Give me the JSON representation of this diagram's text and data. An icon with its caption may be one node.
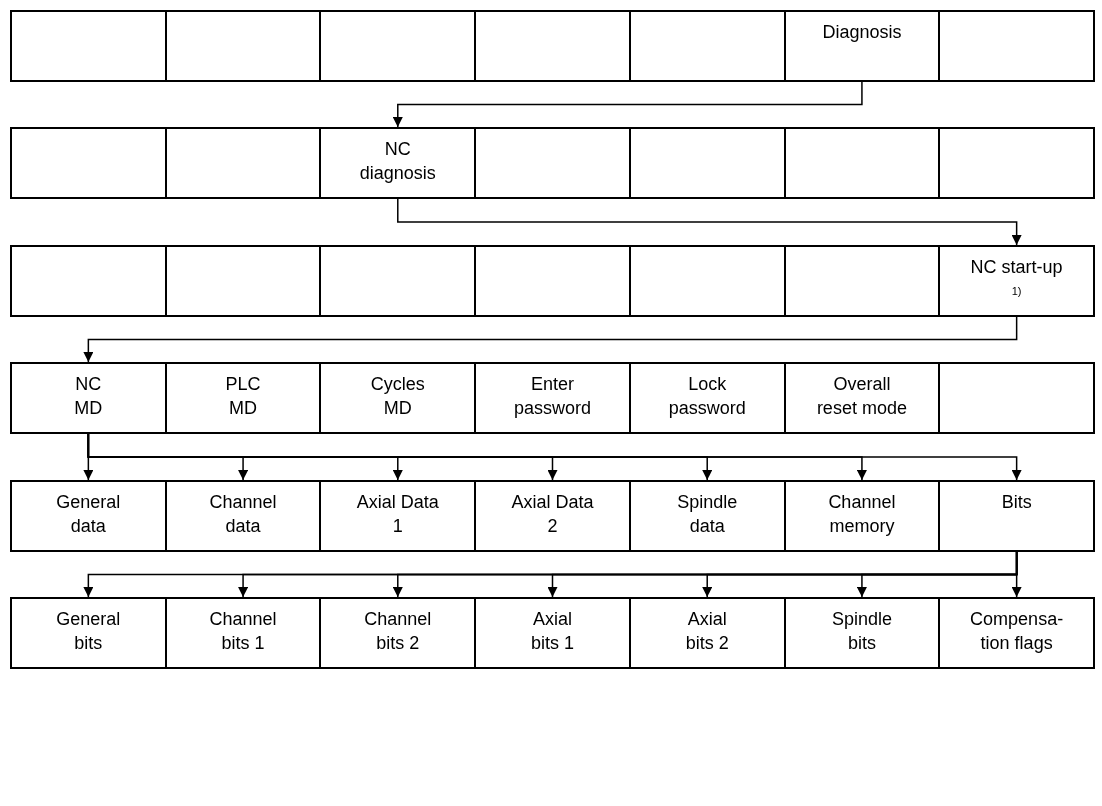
{
  "diagram": {
    "nodes": [
      {
        "text": [],
        "shape": "box"
      },
      {
        "text": [],
        "shape": "box"
      },
      {
        "text": [],
        "shape": "box"
      },
      {
        "text": [],
        "shape": "box"
      },
      {
        "text": [],
        "shape": "box"
      },
      {
        "text": [
          "Diagnosis"
        ]
      },
      {
        "text": [],
        "shape": "box"
      },
      {
        "text": [],
        "shape": "box"
      },
      {
        "text": [],
        "shape": "box"
      },
      {
        "text": [
          "NC diagnosis"
        ]
      },
      {
        "text": [],
        "shape": "box"
      },
      {
        "text": [],
        "shape": "box"
      },
      {
        "text": [],
        "shape": "box"
      },
      {
        "text": [],
        "shape": "box"
      },
      {
        "text": [],
        "shape": "box"
      },
      {
        "text": [],
        "shape": "box"
      },
      {
        "text": [],
        "shape": "box"
      },
      {
        "text": [],
        "shape": "box"
      },
      {
        "text": [],
        "shape": "box"
      },
      {
        "text": [],
        "shape": "box"
      },
      {
        "text": [
          "NC start-up $^{1)}$"
        ]
      },
      {
        "text": [
          "NC MD"
        ]
      },
      {
        "text": [
          "PLC MD"
        ]
      },
      {
        "text": [
          "Cycles MD"
        ]
      },
      {
        "text": [
          "Enter password"
        ]
      },
      {
        "text": [
          "Lock password"
        ]
      },
      {
        "text": [
          "Overall reset mode"
        ]
      },
      {
        "text": [],
        "shape": "box"
      },
      {
        "text": [
          "General data"
        ]
      },
      {
        "text": [
          "Channel data"
        ]
      },
      {
        "text": [
          "Axial Data 1"
        ]
      },
      {
        "text": [
          "Axial Data 2"
        ]
      },
      {
        "text": [
          "Spindle data"
        ]
      },
      {
        "text": [
          "Channel memory"
        ]
      },
      {
        "text": [
          "Bits"
        ]
      },
      {
        "text": [
          "General bits"
        ]
      },
      {
        "text": [
          "Channel bits 1"
        ]
      },
      {
        "text": [
          "Channel bits 2"
        ]
      },
      {
        "text": [
          "Axial bits 1"
        ]
      },
      {
        "text": [
          "Axial bits 2"
        ]
      },
      {
        "text": [
          "Spindle bits"
        ]
      },
      {
        "text": [
          "Compensa-tion flags"
        ]
      }
    ],
    "edges": [
      {
        "from": 5,
        "to": 9,
        "arrow": "to"
      },
      {
        "from": 9,
        "to": 20,
        "arrow": "to"
      },
      {
        "from": 20,
        "to": 21,
        "arrow": "to"
      },
      {
        "from": 21,
        "to": 28,
        "arrow": "to"
      },
      {
        "from": 21,
        "to": 29,
        "arrow": "to"
      },
      {
        "from": 21,
        "to": 30,
        "arrow": "to"
      },
      {
        "from": 21,
        "to": 31,
        "arrow": "to"
      },
      {
        "from": 21,
        "to": 32,
        "arrow": "to"
      },
      {
        "from": 21,
        "to": 33,
        "arrow": "to"
      },
      {
        "from": 21,
        "to": 34,
        "arrow": "to"
      },
      {
        "from": 34,
        "to": 35,
        "arrow": "to"
      },
      {
        "from": 34,
        "to": 36,
        "arrow": "to"
      },
      {
        "from": 34,
        "to": 37,
        "arrow": "to"
      },
      {
        "from": 34,
        "to": 38,
        "arrow": "to"
      },
      {
        "from": 34,
        "to": 39,
        "arrow": "to"
      },
      {
        "from": 34,
        "to": 40,
        "arrow": "to"
      },
      {
        "from": 34,
        "to": 41,
        "arrow": "to"
      }
    ]
  }
}
